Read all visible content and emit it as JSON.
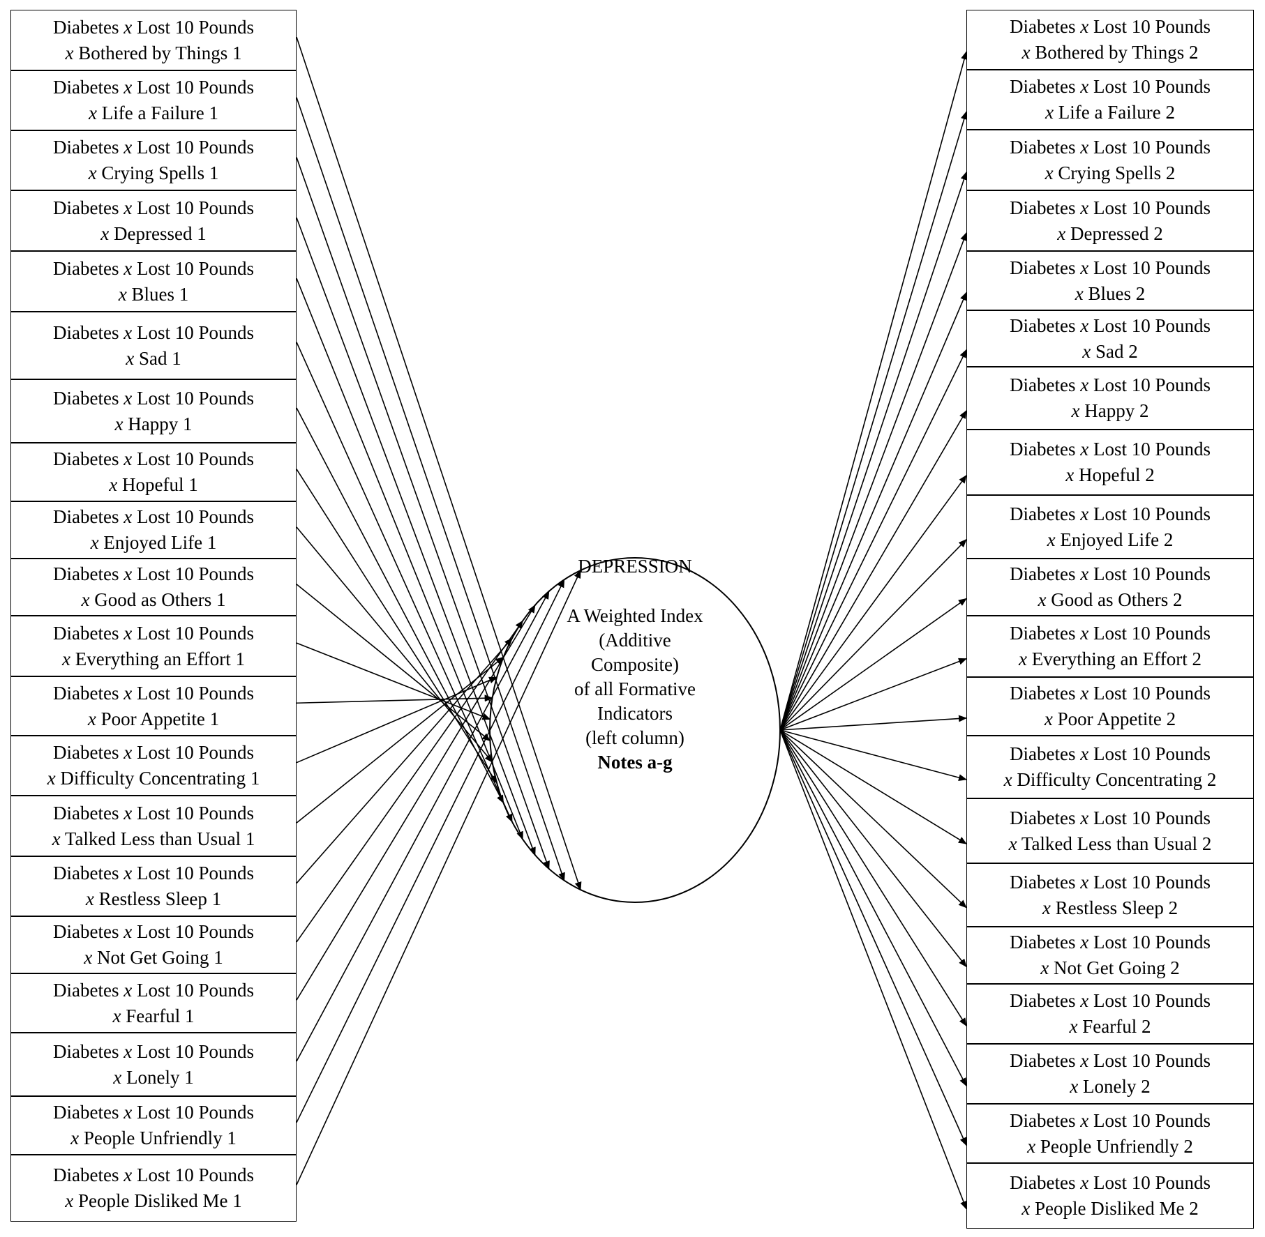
{
  "center": {
    "title": "DEPRESSION",
    "description_lines": [
      "A Weighted Index",
      "(Additive",
      "Composite)",
      "of all Formative",
      "Indicators",
      "(left column)"
    ],
    "notes": "Notes a-g"
  },
  "box_prefix": "Diabetes",
  "box_mid": "Lost 10 Pounds",
  "times_symbol": "x",
  "left_indicators": [
    "Bothered by Things 1",
    "Life a Failure 1",
    "Crying Spells 1",
    "Depressed 1",
    "Blues 1",
    "Sad 1",
    "Happy 1",
    "Hopeful 1",
    "Enjoyed Life 1",
    "Good as Others 1",
    "Everything an Effort 1",
    "Poor Appetite 1",
    "Difficulty Concentrating 1",
    "Talked Less than Usual 1",
    "Restless Sleep 1",
    "Not Get Going 1",
    "Fearful 1",
    "Lonely 1",
    "People Unfriendly 1",
    "People Disliked Me 1"
  ],
  "right_indicators": [
    "Bothered by Things 2",
    "Life a Failure 2",
    "Crying Spells 2",
    "Depressed 2",
    "Blues 2",
    "Sad 2",
    "Happy 2",
    "Hopeful 2",
    "Enjoyed Life 2",
    "Good as Others 2",
    "Everything an Effort 2",
    "Poor Appetite 2",
    "Difficulty Concentrating 2",
    "Talked Less than Usual 2",
    "Restless Sleep 2",
    "Not Get Going 2",
    "Fearful 2",
    "Lonely 2",
    "People Unfriendly 2",
    "People Disliked Me 2"
  ],
  "line_color": "#000000"
}
